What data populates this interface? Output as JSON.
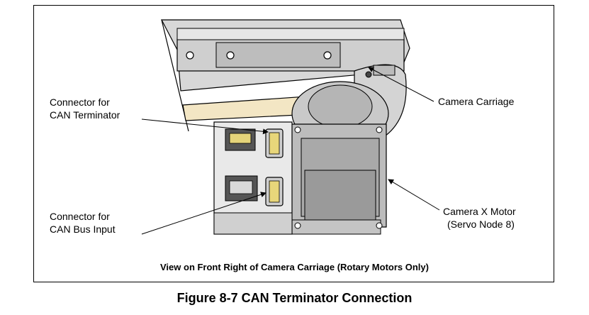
{
  "labels": {
    "connector_terminator_line1": "Connector for",
    "connector_terminator_line2": "CAN Terminator",
    "connector_bus_line1": "Connector for",
    "connector_bus_line2": "CAN Bus Input",
    "camera_carriage": "Camera Carriage",
    "motor_line1": "Camera X Motor",
    "motor_line2": "(Servo Node 8)"
  },
  "view_caption": "View on Front Right of Camera Carriage (Rotary Motors Only)",
  "figure_caption": "Figure 8-7  CAN Terminator Connection"
}
